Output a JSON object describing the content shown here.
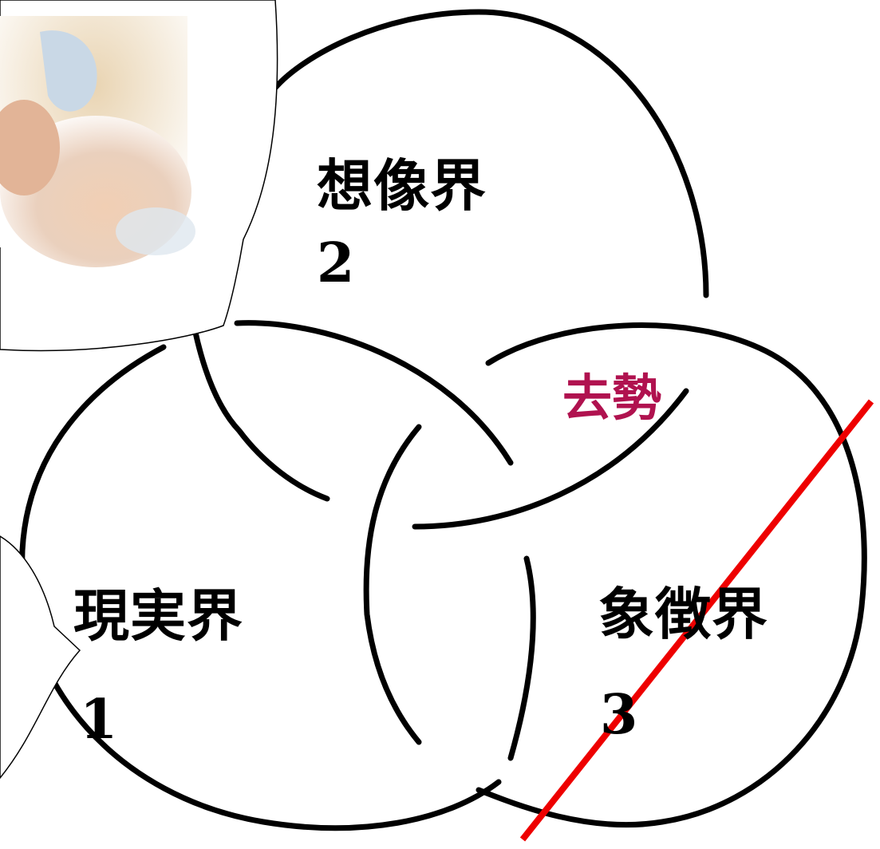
{
  "regions": {
    "imaginary": {
      "label": "想像界",
      "number": "2"
    },
    "real": {
      "label": "現実界",
      "number": "1"
    },
    "symbolic": {
      "label": "象徴界",
      "number": "3"
    }
  },
  "center_label": {
    "text": "去勢",
    "color": "#b0124f"
  },
  "strike_color": "#ee0000",
  "ring_color": "#000000"
}
